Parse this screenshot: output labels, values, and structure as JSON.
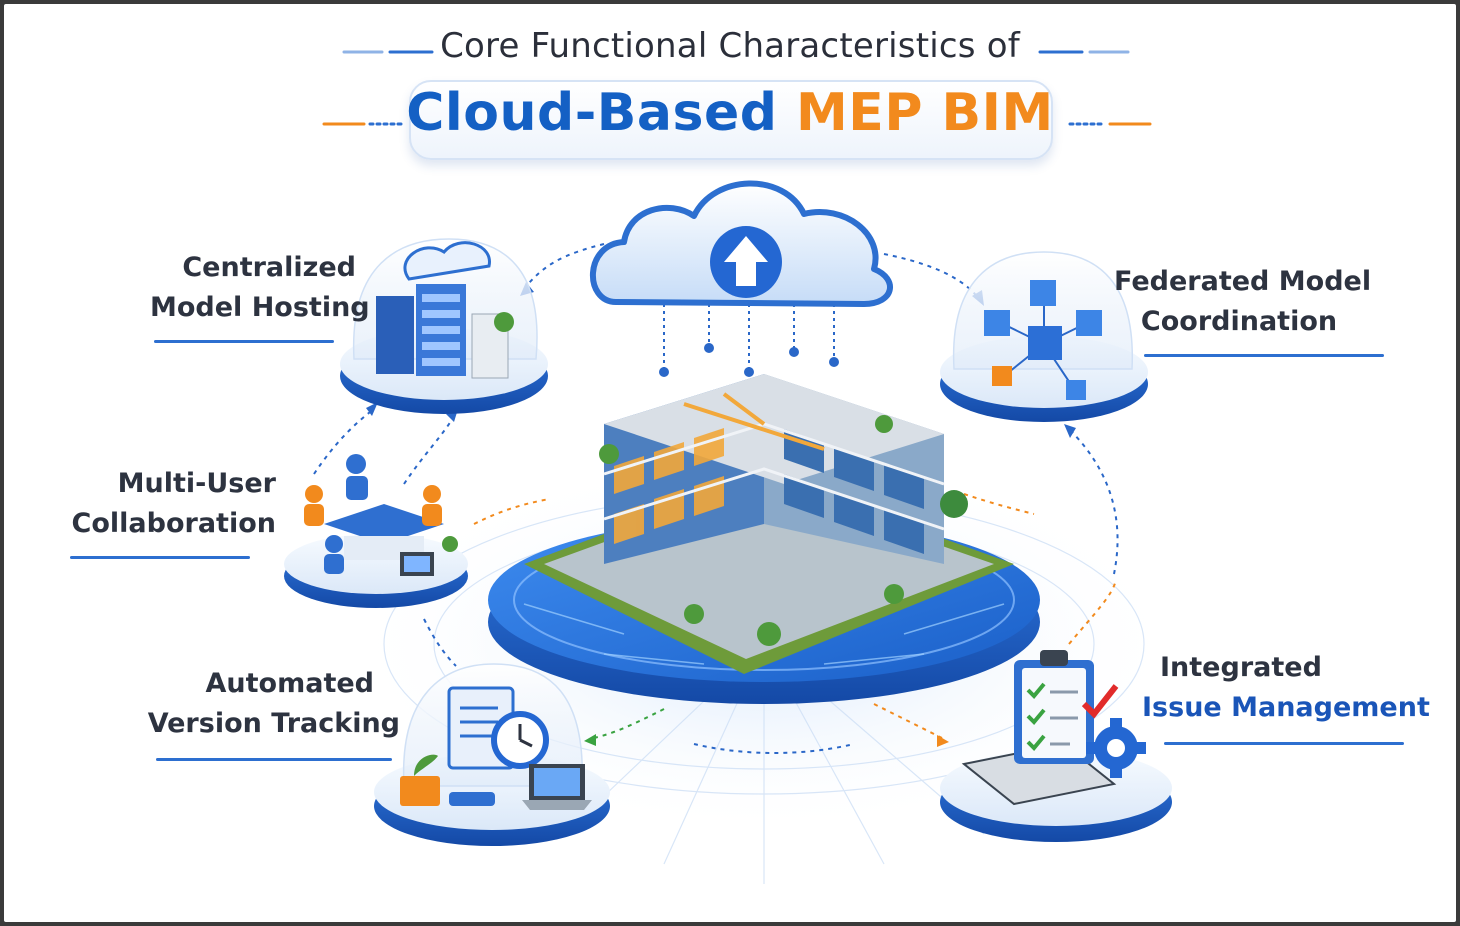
{
  "title": {
    "line1": "Core Functional Characteristics of",
    "line2_part1": "Cloud-Based",
    "line2_part2": "MEP BIM"
  },
  "features": [
    {
      "id": "centralized-model-hosting",
      "line1": "Centralized",
      "line2": "Model Hosting",
      "icon": "server-rack-icon"
    },
    {
      "id": "federated-model-coordination",
      "line1": "Federated Model",
      "line2": "Coordination",
      "icon": "connected-cubes-icon"
    },
    {
      "id": "multi-user-collaboration",
      "line1": "Multi-User",
      "line2": "Collaboration",
      "icon": "meeting-users-icon"
    },
    {
      "id": "automated-version-tracking",
      "line1": "Automated",
      "line2": "Version Tracking",
      "icon": "document-clock-icon"
    },
    {
      "id": "integrated-issue-management",
      "line1": "Integrated",
      "line2": "Issue Management",
      "icon": "clipboard-checklist-icon"
    }
  ],
  "colors": {
    "accent_blue": "#1460c4",
    "accent_orange": "#f28a1d",
    "text_dark": "#2d3340",
    "frame": "#3a3a3a"
  }
}
